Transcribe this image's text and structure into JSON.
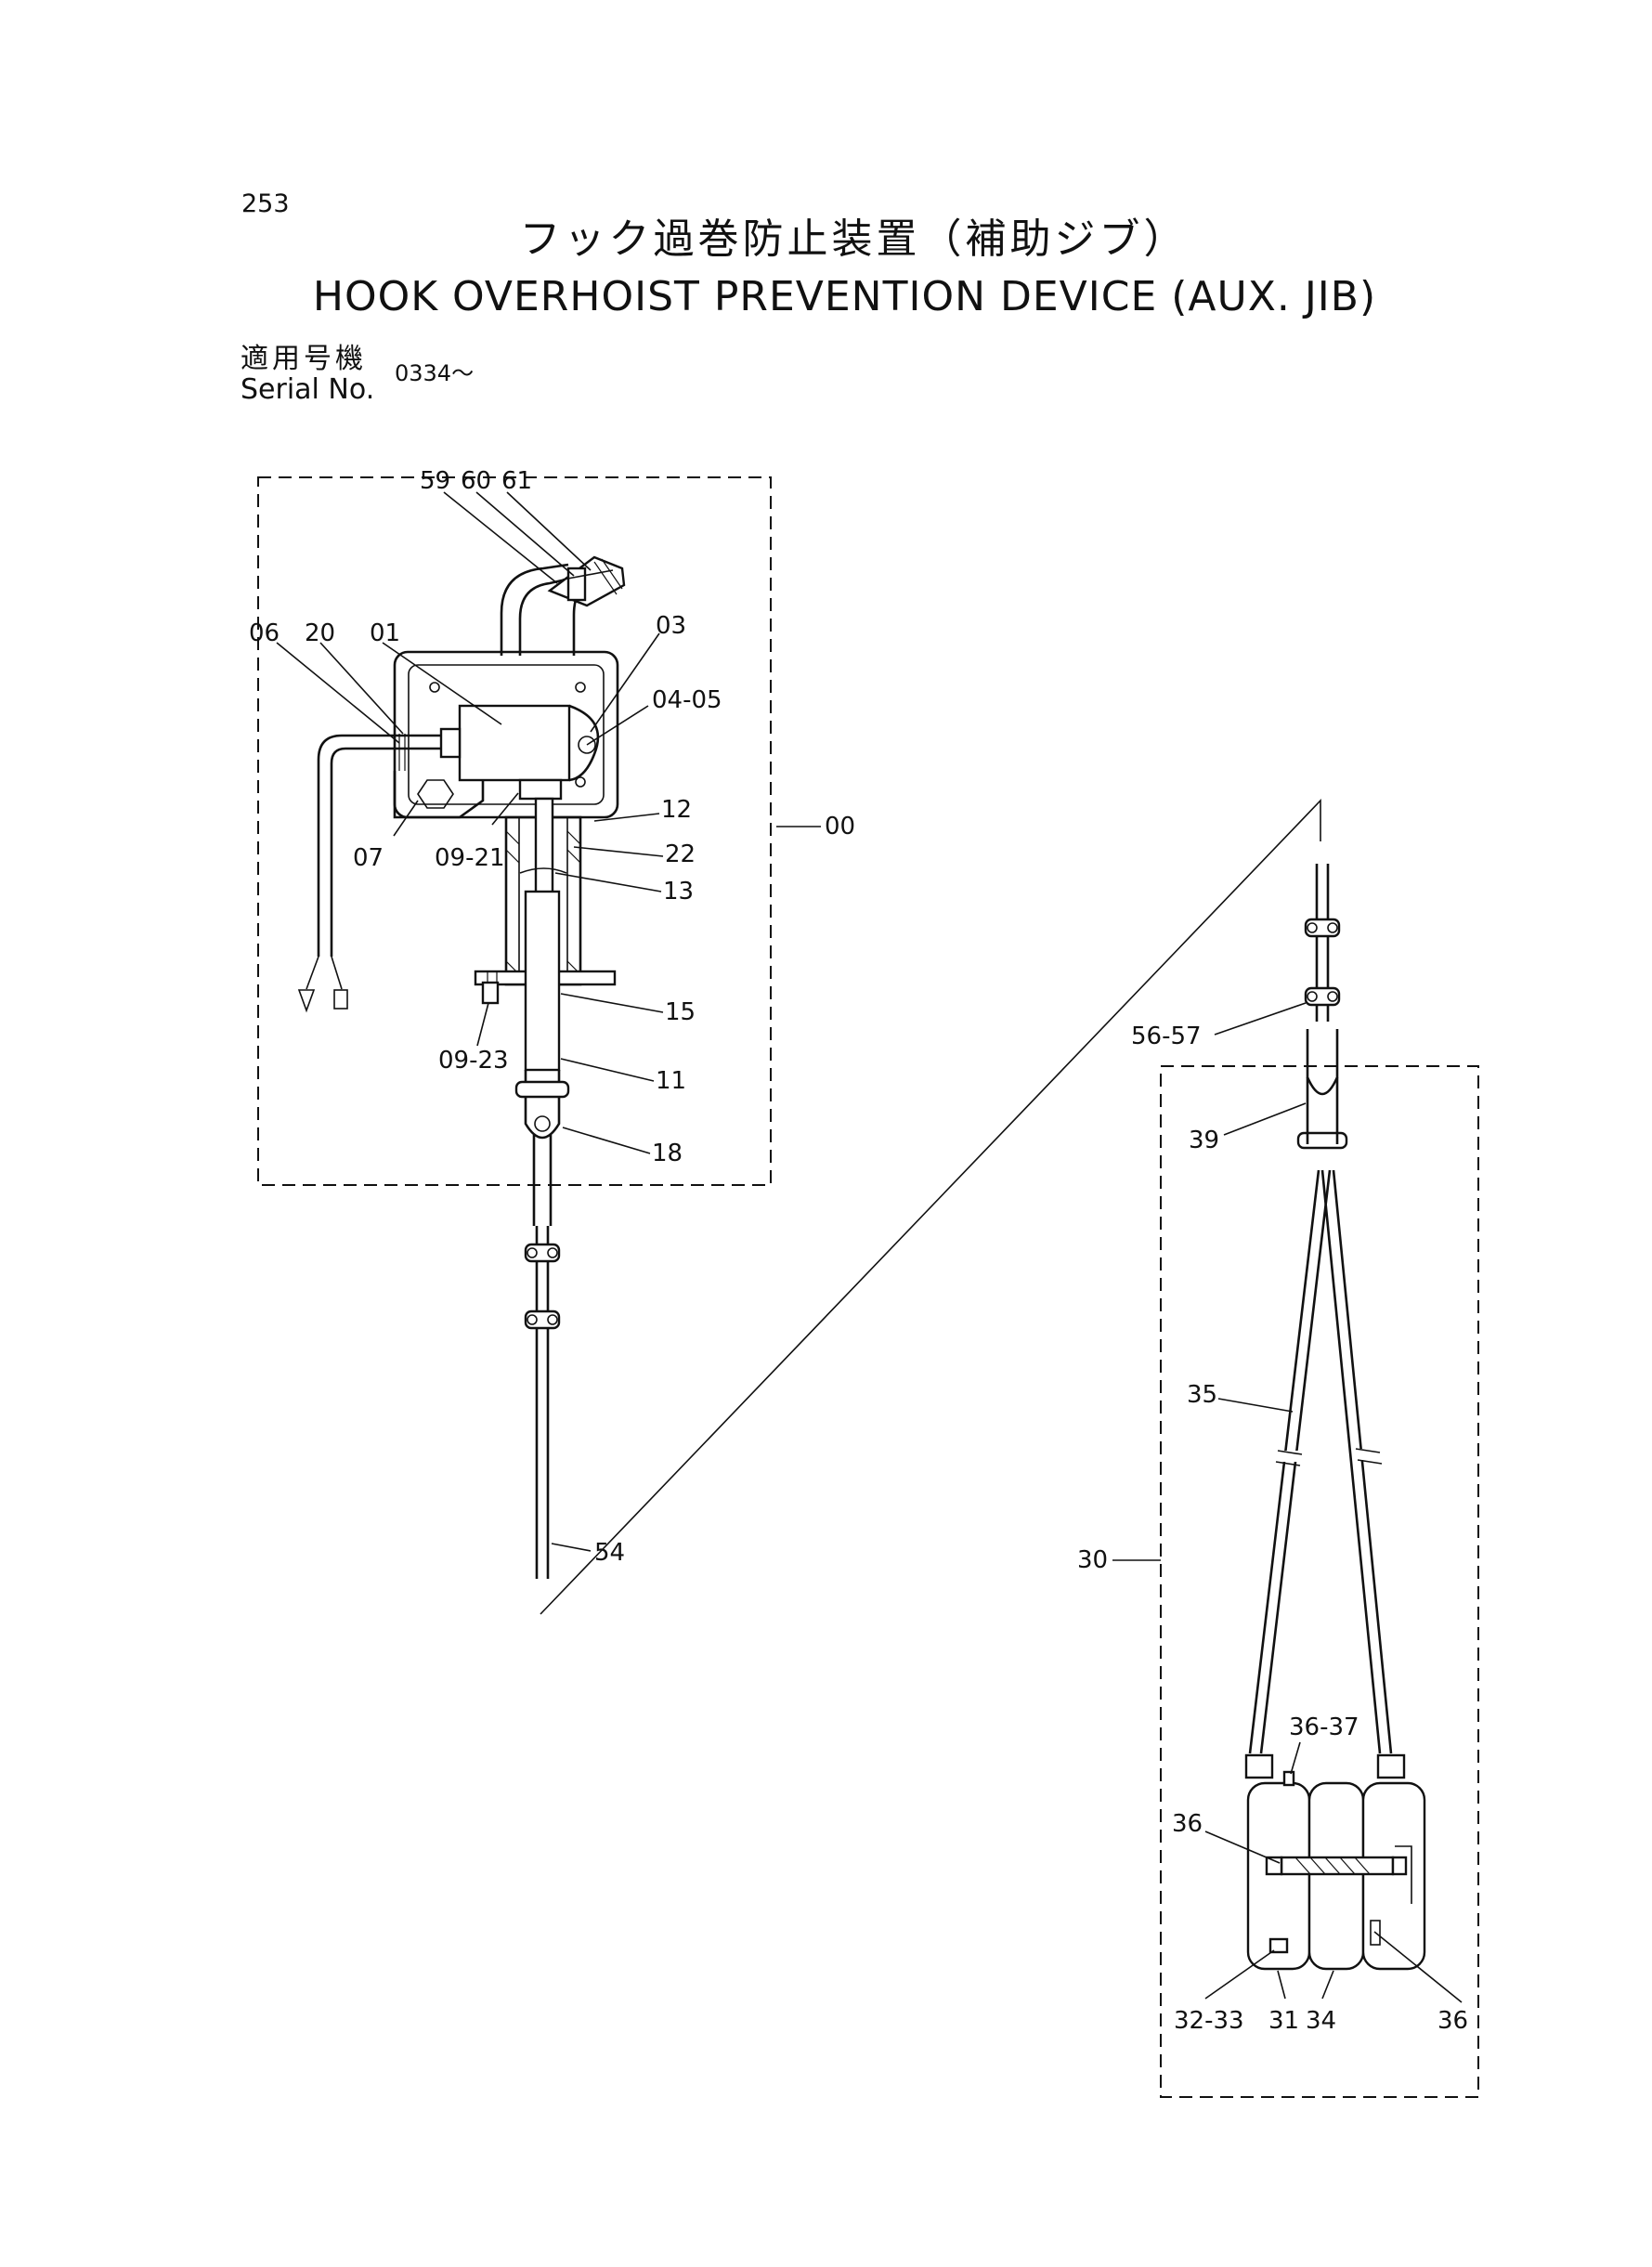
{
  "page_number": "253",
  "title_jp": "フック過巻防止装置（補助ジブ）",
  "title_en": "HOOK OVERHOIST PREVENTION DEVICE (AUX. JIB)",
  "serial_jp": "適用号機",
  "serial_en": "Serial No.",
  "serial_value": "0334～",
  "callouts": {
    "c59": "59",
    "c60": "60",
    "c61": "61",
    "c06": "06",
    "c20": "20",
    "c01": "01",
    "c03": "03",
    "c0405": "04-05",
    "c12": "12",
    "c22": "22",
    "c13": "13",
    "c07": "07",
    "c0921": "09-21",
    "c00": "00",
    "c15": "15",
    "c0923": "09-23",
    "c11": "11",
    "c18": "18",
    "c54": "54",
    "c5657": "56-57",
    "c39": "39",
    "c35": "35",
    "c30": "30",
    "c3637": "36-37",
    "c36a": "36",
    "c36b": "36",
    "c3233": "32-33",
    "c31": "31",
    "c34": "34"
  }
}
